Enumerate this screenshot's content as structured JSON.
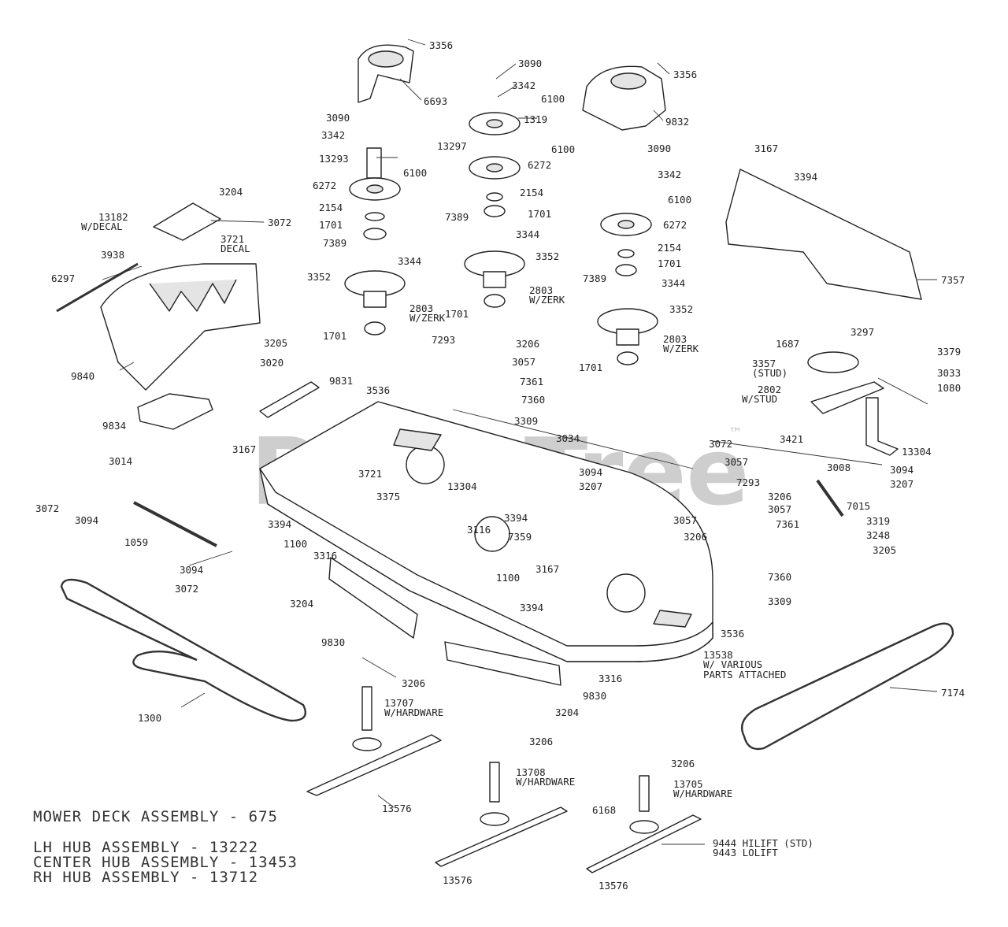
{
  "watermark": {
    "text": "PartsTree",
    "tm": "™"
  },
  "assembly_notes": [
    "MOWER DECK ASSEMBLY - 675",
    "LH HUB ASSEMBLY - 13222",
    "CENTER HUB ASSEMBLY - 13453",
    "RH HUB ASSEMBLY - 13712"
  ],
  "labels": {
    "l3356a": "3356",
    "l6693": "6693",
    "l3090a": "3090",
    "l3342a": "3342",
    "l13293": "13293",
    "l6100a": "6100",
    "l6272a": "6272",
    "l2154a": "2154",
    "l1701a": "1701",
    "l7389a": "7389",
    "l3344a": "3344",
    "l3352a": "3352",
    "l2803a": "2803",
    "l2803a2": "W/ZERK",
    "l1701b": "1701",
    "l3090b": "3090",
    "l3342b": "3342",
    "l6100b": "6100",
    "l1319": "1319",
    "l13297": "13297",
    "l6100c": "6100",
    "l6272b": "6272",
    "l2154b": "2154",
    "l1701c": "1701",
    "l7389b": "7389",
    "l3344b": "3344",
    "l3352b": "3352",
    "l2803b": "2803",
    "l2803b2": "W/ZERK",
    "l1701d": "1701",
    "l3356b": "3356",
    "l9832": "9832",
    "l3090c": "3090",
    "l3342c": "3342",
    "l6100d": "6100",
    "l6272c": "6272",
    "l2154c": "2154",
    "l1701e": "1701",
    "l7389c": "7389",
    "l3344c": "3344",
    "l3352c": "3352",
    "l2803c": "2803",
    "l2803c2": "W/ZERK",
    "l1701f": "1701",
    "l3204a": "3204",
    "l13182": "13182",
    "l13182b": "W/DECAL",
    "l3072a": "3072",
    "l3721a": "3721",
    "l3721a2": "DECAL",
    "l3938": "3938",
    "l6297": "6297",
    "l9840": "9840",
    "l9834": "9834",
    "l3014": "3014",
    "l3167a": "3167",
    "l3394a": "3394",
    "l7357": "7357",
    "l3205a": "3205",
    "l3020": "3020",
    "l9831": "9831",
    "l3167b": "3167",
    "l3536a": "3536",
    "l7293a": "7293",
    "l3206a": "3206",
    "l3057a": "3057",
    "l7361a": "7361",
    "l7360a": "7360",
    "l3309a": "3309",
    "l3034": "3034",
    "l3721b": "3721",
    "l13304a": "13304",
    "l3094a": "3094",
    "l3207a": "3207",
    "l1687": "1687",
    "l3297": "3297",
    "l3357": "3357",
    "l3357b": "(STUD)",
    "l2802": "2802",
    "l2802b": "W/STUD",
    "l3379": "3379",
    "l3033": "3033",
    "l1080": "1080",
    "l13304b": "13304",
    "l3421": "3421",
    "l3008": "3008",
    "l3094b": "3094",
    "l3207b": "3207",
    "l3072b": "3072",
    "l3057b": "3057",
    "l7293b": "7293",
    "l3206b": "3206",
    "l3057c": "3057",
    "l3057d": "3057",
    "l7361b": "7361",
    "l3206c": "3206",
    "l7015": "7015",
    "l3319": "3319",
    "l3248": "3248",
    "l3205b": "3205",
    "l3072c": "3072",
    "l3094c": "3094",
    "l1059": "1059",
    "l3094d": "3094",
    "l3072d": "3072",
    "l3394b": "3394",
    "l3375": "3375",
    "l1100a": "1100",
    "l3116": "3116",
    "l3394c": "3394",
    "l7359": "7359",
    "l3316a": "3316",
    "l3204b": "3204",
    "l3167c": "3167",
    "l1100b": "1100",
    "l3394d": "3394",
    "l7360b": "7360",
    "l3309b": "3309",
    "l9830a": "9830",
    "l3536b": "3536",
    "l13538": "13538",
    "l13538b": "W/ VARIOUS",
    "l13538c": "PARTS ATTACHED",
    "l3206d": "3206",
    "l3316b": "3316",
    "l9830b": "9830",
    "l3204c": "3204",
    "l1300": "1300",
    "l7174": "7174",
    "l13707": "13707",
    "l13707b": "W/HARDWARE",
    "l3206e": "3206",
    "l3206f": "3206",
    "l13576a": "13576",
    "l13708": "13708",
    "l13708b": "W/HARDWARE",
    "l13705": "13705",
    "l13705b": "W/HARDWARE",
    "l6168": "6168",
    "l9444": "9444 HILIFT (STD)",
    "l9443": "9443 LOLIFT",
    "l13576b": "13576",
    "l13576c": "13576"
  }
}
